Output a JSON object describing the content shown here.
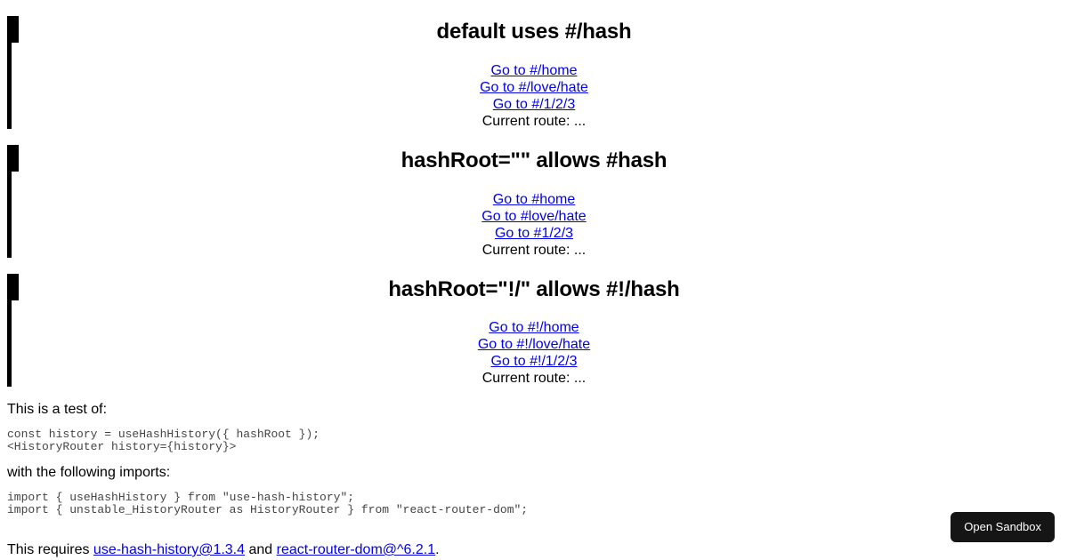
{
  "sections": [
    {
      "title": "default uses #/hash",
      "links": [
        {
          "label": "Go to #/home"
        },
        {
          "label": "Go to #/love/hate"
        },
        {
          "label": "Go to #/1/2/3"
        }
      ],
      "current_route": "Current route: ..."
    },
    {
      "title": "hashRoot=\"\" allows #hash",
      "links": [
        {
          "label": "Go to #home"
        },
        {
          "label": "Go to #love/hate"
        },
        {
          "label": "Go to #1/2/3"
        }
      ],
      "current_route": "Current route: ..."
    },
    {
      "title": "hashRoot=\"!/\" allows #!/hash",
      "links": [
        {
          "label": "Go to #!/home"
        },
        {
          "label": "Go to #!/love/hate"
        },
        {
          "label": "Go to #!/1/2/3"
        }
      ],
      "current_route": "Current route: ..."
    }
  ],
  "prose": {
    "intro": "This is a test of:",
    "code_usage": "const history = useHashHistory({ hashRoot });\n<HistoryRouter history={history}>",
    "imports_label": "with the following imports:",
    "code_imports": "import { useHashHistory } from \"use-hash-history\";\nimport { unstable_HistoryRouter as HistoryRouter } from \"react-router-dom\";",
    "requires_prefix": "This requires ",
    "requires_link_1": "use-hash-history@1.3.4",
    "requires_joiner": " and ",
    "requires_link_2": "react-router-dom@^6.2.1",
    "requires_suffix": "."
  },
  "sandbox": {
    "label": "Open Sandbox"
  },
  "colors": {
    "link": "#0000ee",
    "text": "#000000",
    "code": "#444444",
    "marker": "#000000",
    "button_bg": "#151515",
    "button_fg": "#ffffff",
    "page_bg": "#ffffff"
  }
}
